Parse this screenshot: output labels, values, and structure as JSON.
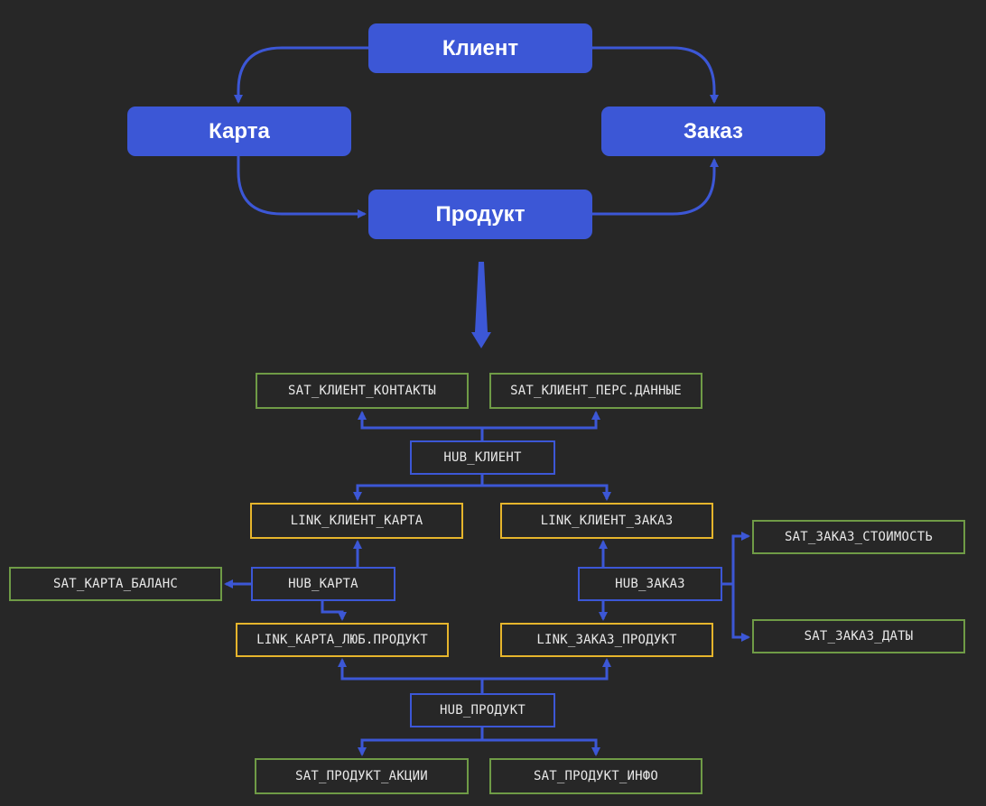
{
  "colors": {
    "background": "#272727",
    "concept_fill": "#3c57d6",
    "hub_border": "#3c57d6",
    "link_border": "#e6b52c",
    "sat_border": "#6f9b46",
    "arrow": "#3c57d6"
  },
  "concepts": {
    "client": "Клиент",
    "card": "Карта",
    "order": "Заказ",
    "product": "Продукт"
  },
  "model": {
    "sat_client_contacts": "SAT_КЛИЕНТ_КОНТАКТЫ",
    "sat_client_pers": "SAT_КЛИЕНТ_ПЕРС.ДАННЫЕ",
    "hub_client": "HUB_КЛИЕНТ",
    "link_client_card": "LINK_КЛИЕНТ_КАРТА",
    "link_client_order": "LINK_КЛИЕНТ_ЗАКАЗ",
    "sat_order_cost": "SAT_ЗАКАЗ_СТОИМОСТЬ",
    "sat_card_balance": "SAT_КАРТА_БАЛАНС",
    "hub_card": "HUB_КАРТА",
    "hub_order": "HUB_ЗАКАЗ",
    "link_card_fav_product": "LINK_КАРТА_ЛЮБ.ПРОДУКТ",
    "link_order_product": "LINK_ЗАКАЗ_ПРОДУКТ",
    "sat_order_dates": "SAT_ЗАКАЗ_ДАТЫ",
    "hub_product": "HUB_ПРОДУКТ",
    "sat_product_promos": "SAT_ПРОДУКТ_АКЦИИ",
    "sat_product_info": "SAT_ПРОДУКТ_ИНФО"
  }
}
